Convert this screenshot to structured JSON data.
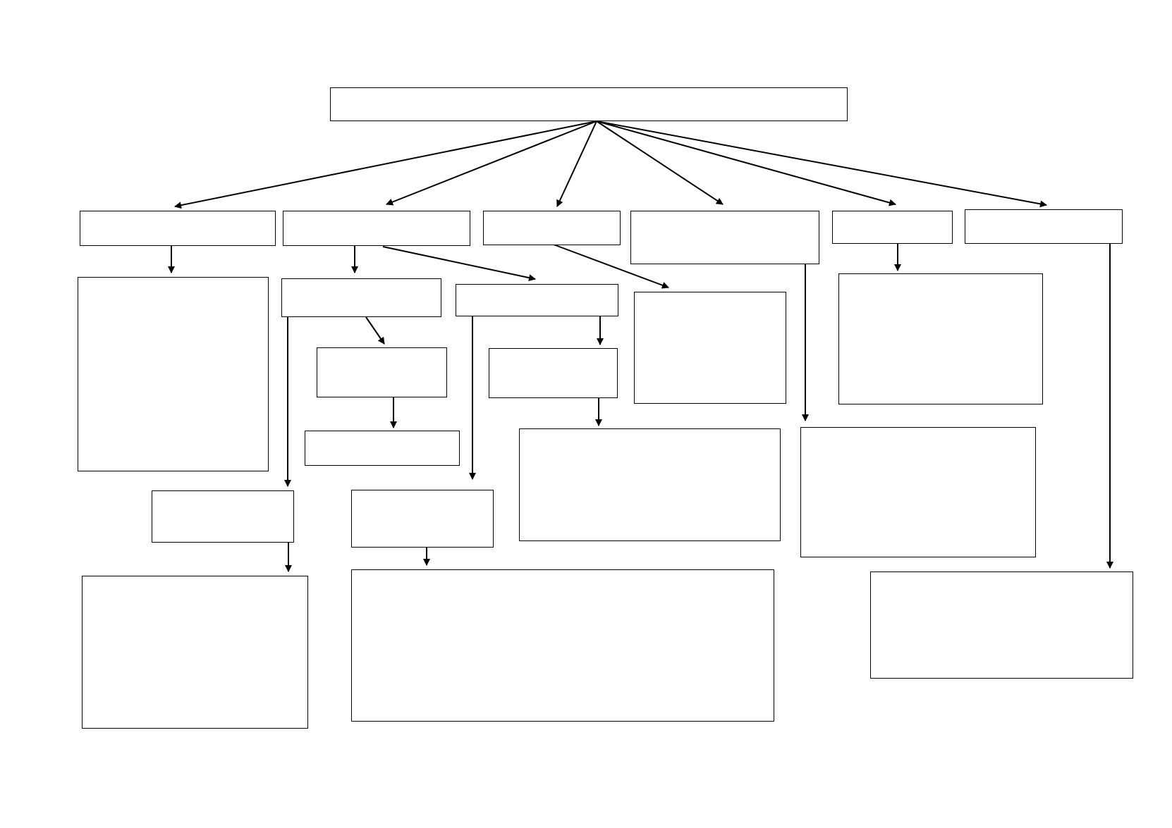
{
  "diagram": {
    "type": "flowchart-template",
    "line_color": "#000000",
    "box_fill": "#ffffff",
    "boxes": [
      {
        "id": "root",
        "text": ""
      },
      {
        "id": "l1-a",
        "text": ""
      },
      {
        "id": "l1-b",
        "text": ""
      },
      {
        "id": "l1-c",
        "text": ""
      },
      {
        "id": "l1-d",
        "text": ""
      },
      {
        "id": "l1-e",
        "text": ""
      },
      {
        "id": "l1-f",
        "text": ""
      },
      {
        "id": "a-child",
        "text": ""
      },
      {
        "id": "b-left",
        "text": ""
      },
      {
        "id": "b-right",
        "text": ""
      },
      {
        "id": "d-child",
        "text": ""
      },
      {
        "id": "e-child",
        "text": ""
      },
      {
        "id": "b-left-mid",
        "text": ""
      },
      {
        "id": "b-left-low",
        "text": ""
      },
      {
        "id": "b-right-mid",
        "text": ""
      },
      {
        "id": "b-right-big",
        "text": ""
      },
      {
        "id": "d-lower",
        "text": ""
      },
      {
        "id": "b-left-bottom",
        "text": ""
      },
      {
        "id": "b-right-bottom",
        "text": ""
      },
      {
        "id": "a-deep",
        "text": ""
      },
      {
        "id": "b-wide",
        "text": ""
      },
      {
        "id": "f-child",
        "text": ""
      }
    ],
    "edges": [
      {
        "from": "root",
        "to": "l1-a"
      },
      {
        "from": "root",
        "to": "l1-b"
      },
      {
        "from": "root",
        "to": "l1-c"
      },
      {
        "from": "root",
        "to": "l1-d"
      },
      {
        "from": "root",
        "to": "l1-e"
      },
      {
        "from": "root",
        "to": "l1-f"
      },
      {
        "from": "l1-a",
        "to": "a-child"
      },
      {
        "from": "l1-b",
        "to": "b-left"
      },
      {
        "from": "l1-b",
        "to": "b-right"
      },
      {
        "from": "l1-c",
        "to": "d-child"
      },
      {
        "from": "l1-d",
        "to": "d-lower"
      },
      {
        "from": "l1-e",
        "to": "e-child"
      },
      {
        "from": "l1-f",
        "to": "f-child"
      },
      {
        "from": "b-left",
        "to": "b-left-mid"
      },
      {
        "from": "b-left-mid",
        "to": "b-left-low"
      },
      {
        "from": "b-left",
        "to": "b-left-bottom"
      },
      {
        "from": "b-left-bottom",
        "to": "a-deep"
      },
      {
        "from": "b-right",
        "to": "b-right-mid"
      },
      {
        "from": "b-right-mid",
        "to": "b-right-big"
      },
      {
        "from": "b-right",
        "to": "b-right-bottom"
      },
      {
        "from": "b-right-bottom",
        "to": "b-wide"
      }
    ]
  }
}
